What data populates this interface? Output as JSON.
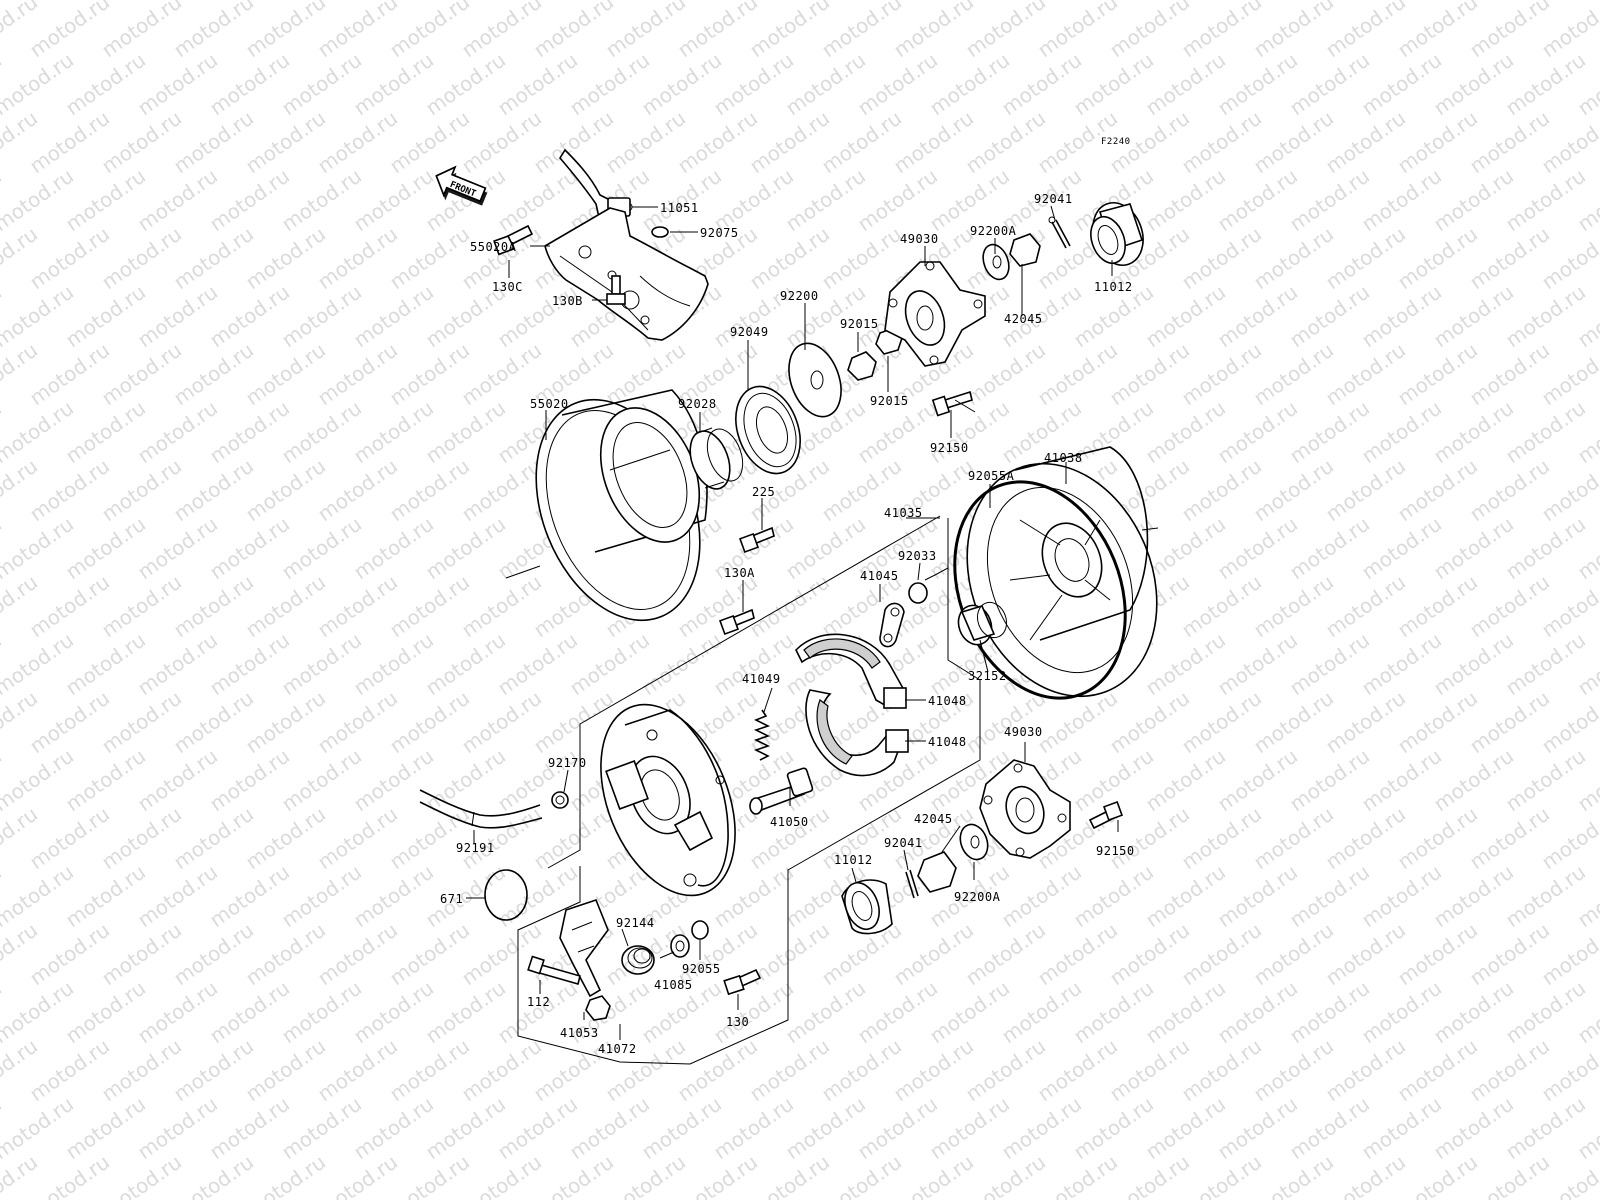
{
  "figure_code": "F2240",
  "front_arrow_text": "FRONT",
  "watermark_text": "motod.ru",
  "callouts": {
    "c11051": "11051",
    "c92075": "92075",
    "c55020A": "55020A",
    "c130C": "130C",
    "c130B": "130B",
    "c55020": "55020",
    "c92028": "92028",
    "c92049": "92049",
    "c92200": "92200",
    "c92015a": "92015",
    "c92015b": "92015",
    "c49030a": "49030",
    "c92200Aa": "92200A",
    "c92041a": "92041",
    "c11012a": "11012",
    "c42045a": "42045",
    "c92150a": "92150",
    "c41038": "41038",
    "c92055A": "92055A",
    "c225": "225",
    "c41035": "41035",
    "c92033": "92033",
    "c41045": "41045",
    "c130A": "130A",
    "c32152": "32152",
    "c41049": "41049",
    "c41048a": "41048",
    "c41048b": "41048",
    "c49030b": "49030",
    "c92170": "92170",
    "c41050": "41050",
    "c42045b": "42045",
    "c92041b": "92041",
    "c92150b": "92150",
    "c11012b": "11012",
    "c92200Ab": "92200A",
    "c92191": "92191",
    "c671": "671",
    "c92144": "92144",
    "c92055": "92055",
    "c41085": "41085",
    "c112": "112",
    "c130": "130",
    "c41053": "41053",
    "c41072": "41072"
  }
}
